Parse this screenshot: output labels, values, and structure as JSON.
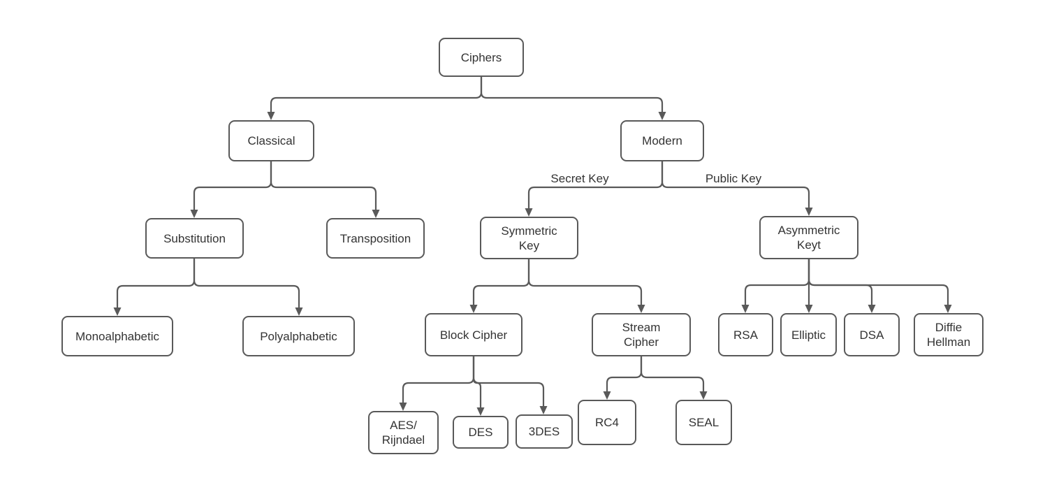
{
  "nodes": {
    "ciphers": {
      "label": "Ciphers"
    },
    "classical": {
      "label": "Classical"
    },
    "modern": {
      "label": "Modern"
    },
    "substitution": {
      "label": "Substitution"
    },
    "transposition": {
      "label": "Transposition"
    },
    "symmetric_key": {
      "label": "Symmetric\nKey"
    },
    "asymmetric_keyt": {
      "label": "Asymmetric\nKeyt"
    },
    "monoalphabetic": {
      "label": "Monoalphabetic"
    },
    "polyalphabetic": {
      "label": "Polyalphabetic"
    },
    "block_cipher": {
      "label": "Block Cipher"
    },
    "stream_cipher": {
      "label": "Stream\nCipher"
    },
    "rsa": {
      "label": "RSA"
    },
    "elliptic": {
      "label": "Elliptic"
    },
    "dsa": {
      "label": "DSA"
    },
    "diffie_hellman": {
      "label": "Diffie\nHellman"
    },
    "aes_rijndael": {
      "label": "AES/\nRijndael"
    },
    "des": {
      "label": "DES"
    },
    "triple_des": {
      "label": "3DES"
    },
    "rc4": {
      "label": "RC4"
    },
    "seal": {
      "label": "SEAL"
    }
  },
  "edge_labels": {
    "secret_key": "Secret Key",
    "public_key": "Public Key"
  },
  "colors": {
    "stroke": "#595959",
    "text": "#333333",
    "background": "#ffffff"
  }
}
